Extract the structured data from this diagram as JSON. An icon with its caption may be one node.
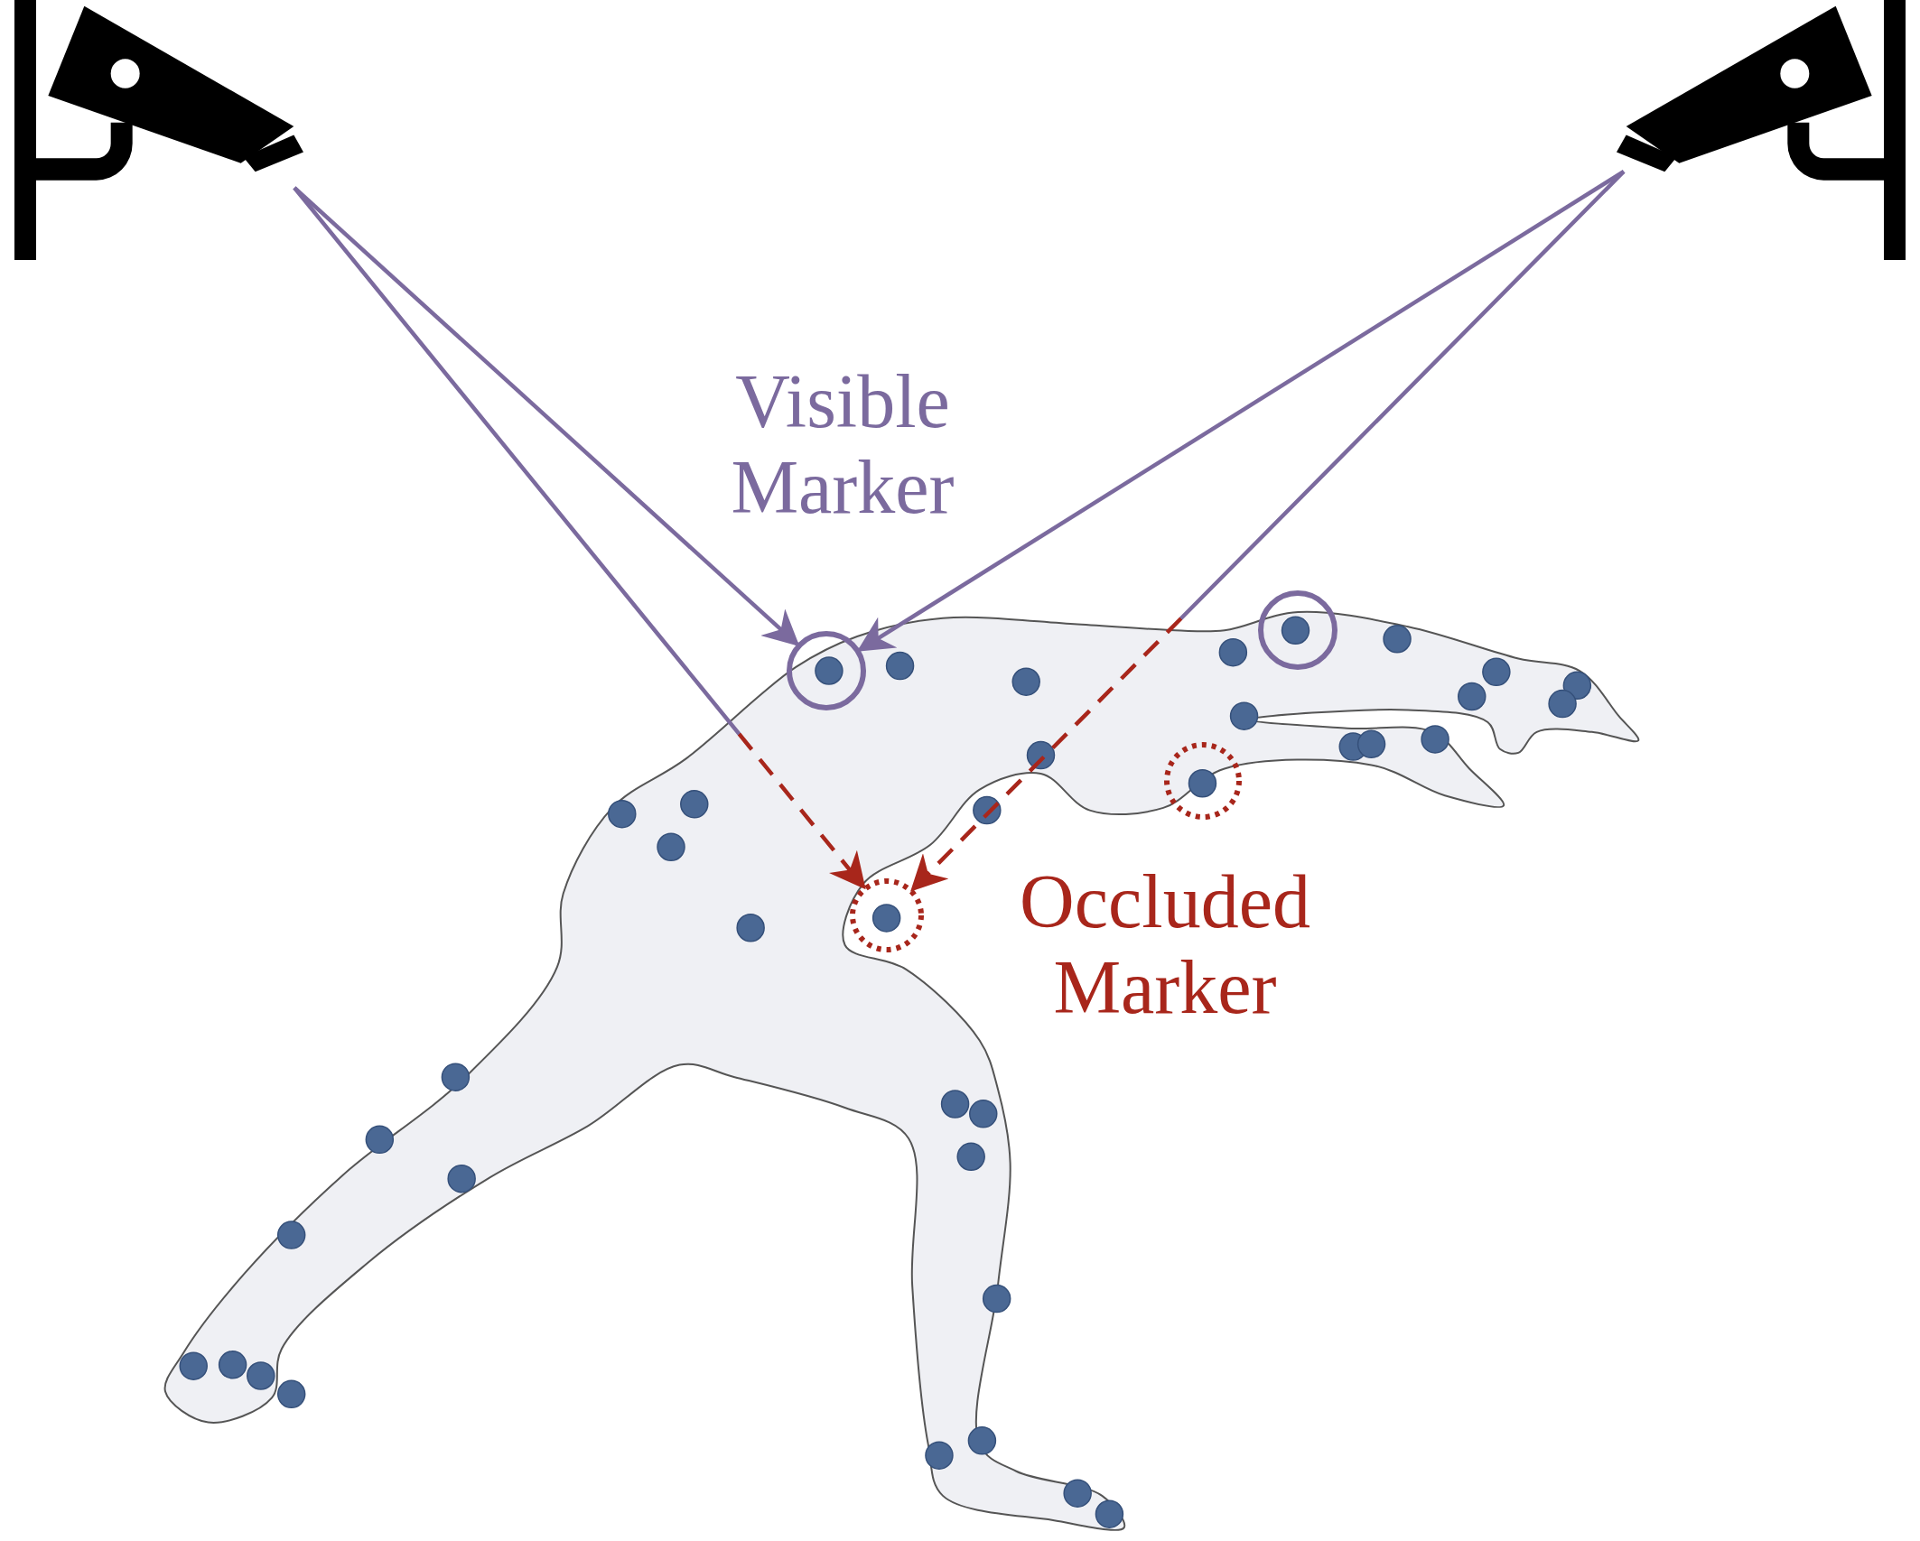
{
  "diagram": {
    "nodes": [
      {
        "text": [],
        "shape": "picture"
      },
      {
        "text": [],
        "shape": "picture"
      },
      {
        "text": [],
        "shape": "circle"
      },
      {
        "text": [],
        "shape": "circle"
      },
      {
        "text": [],
        "shape": "circle"
      },
      {
        "text": [],
        "shape": "circle"
      }
    ],
    "edges": [
      {
        "from": 0,
        "to": 2,
        "arrow": "to",
        "color": "#7b6a9e"
      },
      {
        "from": 1,
        "to": 2,
        "arrow": "to",
        "color": "#7b6a9e"
      },
      {
        "from": 0,
        "to": 3,
        "arrow": "to",
        "style": "dashed",
        "color": "#a8261b"
      },
      {
        "from": 1,
        "to": 3,
        "arrow": "to",
        "style": "dashed",
        "color": "#a8261b"
      }
    ],
    "labels": [
      "Visible Marker",
      "Occluded Marker"
    ]
  }
}
